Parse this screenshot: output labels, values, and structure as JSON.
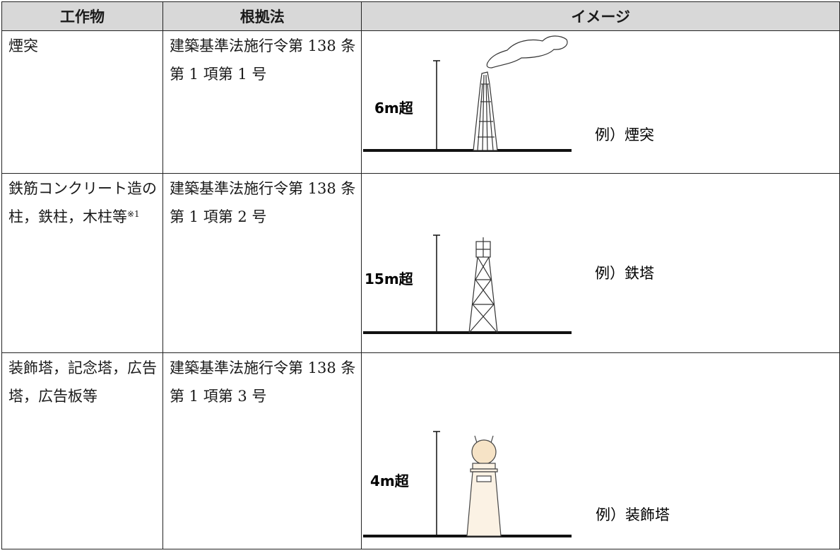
{
  "headers": {
    "col1": "工作物",
    "col2": "根拠法",
    "col3": "イメージ"
  },
  "rows": [
    {
      "object": [
        "煙突"
      ],
      "law": [
        "建築基準法施行令第 138 条",
        "第 1 項第 1 号"
      ],
      "height_label": "6m超",
      "example": "例）煙突",
      "icon": "chimney-illustration"
    },
    {
      "object": [
        "鉄筋コンクリート造の",
        "柱，鉄柱，木柱等"
      ],
      "object_note": "※1",
      "law": [
        "建築基準法施行令第 138 条",
        "第 1 項第 2 号"
      ],
      "height_label": "15m超",
      "example": "例）鉄塔",
      "icon": "steel-tower-illustration"
    },
    {
      "object": [
        "装飾塔，記念塔，広告",
        "塔，広告板等"
      ],
      "law": [
        "建築基準法施行令第 138 条",
        "第 1 項第 3 号"
      ],
      "height_label": "4m超",
      "example": "例）装飾塔",
      "icon": "decorative-tower-illustration"
    }
  ]
}
